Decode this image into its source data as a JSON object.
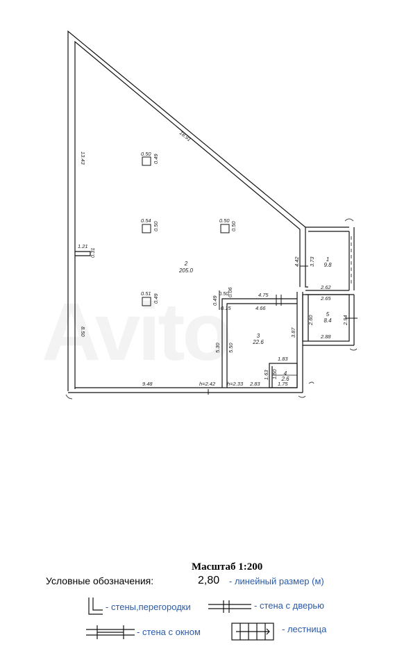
{
  "watermark": "Avito",
  "dimensions": {
    "d_13_43": "13.43",
    "d_18_91": "18.91",
    "d_1_21": "1.21",
    "d_0_31": "0.31",
    "d_8_50": "8.50",
    "d_9_48": "9.48",
    "d_h_2_42": "h=2.42",
    "d_h_2_33": "h=2.33",
    "d_2_83": "2.83",
    "d_5_30": "5.30",
    "d_5_50": "5.50",
    "d_4_75": "4.75",
    "d_4_66": "4.66",
    "d_0_49": "0.49",
    "d_0_50": "0.50",
    "d_0_06": "0.06",
    "d_0_15": "0.15",
    "d_3_87": "3.87",
    "d_1_83": "1.83",
    "d_1_63": "1.63",
    "d_1_50": "1.50",
    "d_1_75": "1.75",
    "d_4_42": "4.42",
    "d_3_73": "3.73",
    "d_2_62": "2.62",
    "d_2_65": "2.65",
    "d_2_60": "2.60",
    "d_2_88": "2.88",
    "d_2_94": "2.94"
  },
  "columns": [
    {
      "w": "0.50",
      "h": "0.49"
    },
    {
      "w": "0.54",
      "h": "0.50"
    },
    {
      "w": "0.50",
      "h": "0.50"
    },
    {
      "w": "0.51",
      "h": "0.49"
    }
  ],
  "rooms": [
    {
      "num": "1",
      "area": "9.8"
    },
    {
      "num": "2",
      "area": "205.0"
    },
    {
      "num": "3",
      "area": "22.6"
    },
    {
      "num": "4",
      "area": "2.6"
    },
    {
      "num": "5",
      "area": "8.4"
    }
  ],
  "legend": {
    "scale": "Масштаб 1:200",
    "title": "Условные обозначения:",
    "sample_value": "2,80",
    "linear": "- линейный размер (м)",
    "walls": "- стены,перегородки",
    "door_wall": "- стена с дверью",
    "window_wall": "- стена с окном",
    "stairs": "- лестница"
  }
}
